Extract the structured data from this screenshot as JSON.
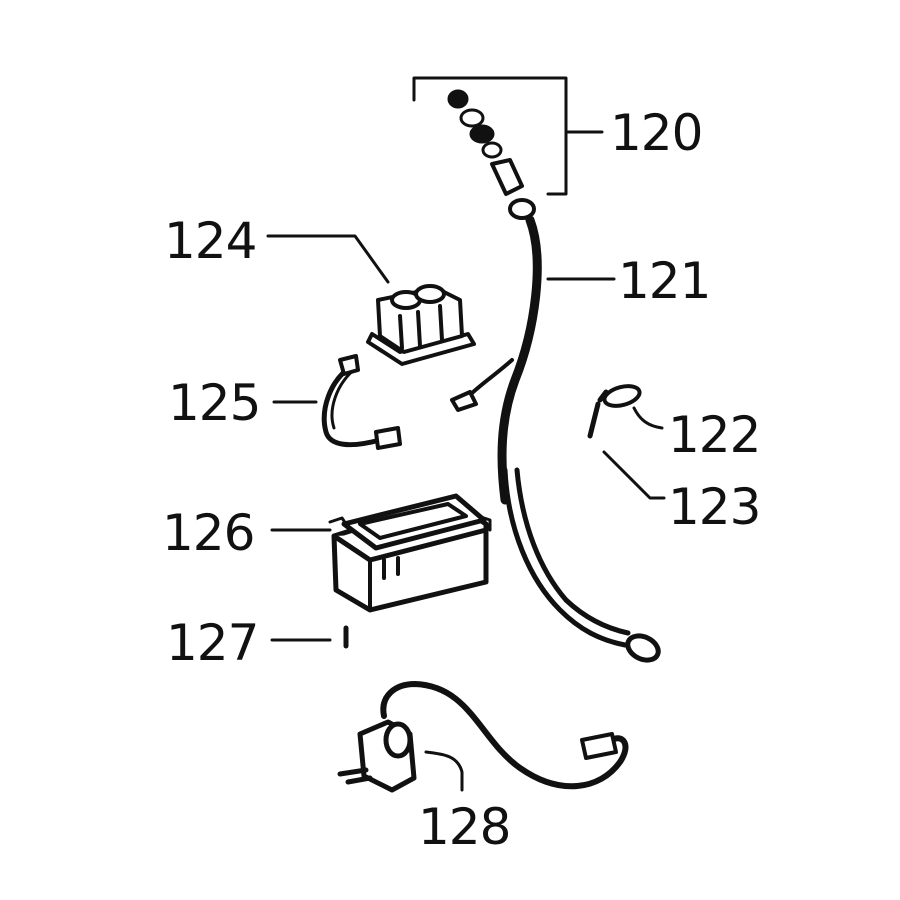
{
  "callouts": {
    "c120": "120",
    "c121": "121",
    "c122": "122",
    "c123": "123",
    "c124": "124",
    "c125": "125",
    "c126": "126",
    "c127": "127",
    "c128": "128"
  },
  "colors": {
    "ink": "#111111",
    "paper": "#ffffff"
  }
}
